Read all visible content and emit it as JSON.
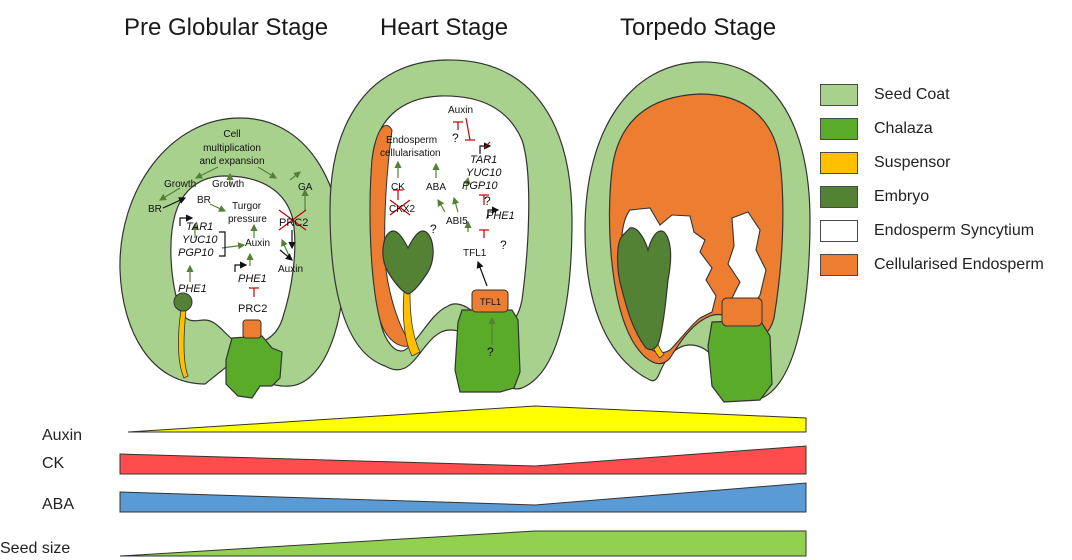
{
  "stages": {
    "pre_globular": "Pre Globular Stage",
    "heart": "Heart Stage",
    "torpedo": "Torpedo Stage"
  },
  "legend": [
    {
      "label": "Seed Coat",
      "color": "#a9d18e"
    },
    {
      "label": "Chalaza",
      "color": "#5aab2a"
    },
    {
      "label": "Suspensor",
      "color": "#ffc000"
    },
    {
      "label": "Embryo",
      "color": "#548235"
    },
    {
      "label": "Endosperm Syncytium",
      "color": "#ffffff"
    },
    {
      "label": "Cellularised Endosperm",
      "color": "#ed7d31"
    }
  ],
  "pre_globular": {
    "cell_mult_1": "Cell",
    "cell_mult_2": "multiplication",
    "cell_mult_3": "and expansion",
    "growth_outer": "Growth",
    "ga": "GA",
    "br_outer": "BR",
    "br_inner": "BR",
    "growth_inner": "Growth",
    "turgor_1": "Turgor",
    "turgor_2": "pressure",
    "prc2_crossed": "PRC2",
    "tar1": "TAR1",
    "yuc10": "YUC10",
    "pgp10": "PGP10",
    "auxin_inner": "Auxin",
    "auxin_outer": "Auxin",
    "phe1_inner": "PHE1",
    "phe1_left": "PHE1",
    "prc2": "PRC2"
  },
  "heart": {
    "auxin": "Auxin",
    "q1": "?",
    "endo_1": "Endosperm",
    "endo_2": "cellularisation",
    "tar1": "TAR1",
    "yuc10": "YUC10",
    "pgp10": "PGP10",
    "ck": "CK",
    "aba": "ABA",
    "ckx2": "CKX2",
    "abi5": "ABI5",
    "q2": "?",
    "phe1": "PHE1",
    "q3": "?",
    "q4": "?",
    "tfl1_text": "TFL1",
    "tfl1_box": "TFL1",
    "q5": "?"
  },
  "gradients": {
    "auxin": "Auxin",
    "ck": "CK",
    "aba": "ABA",
    "seed_size": "Seed size"
  }
}
